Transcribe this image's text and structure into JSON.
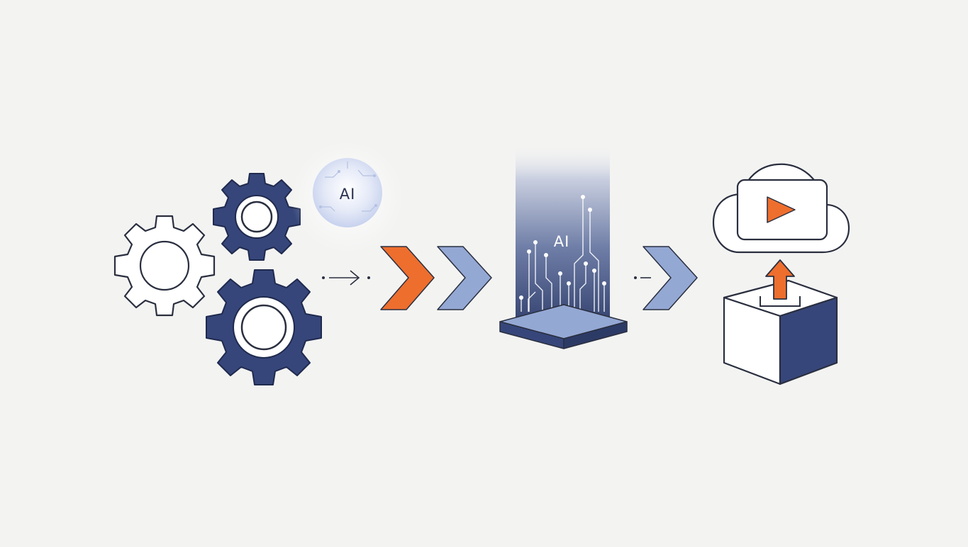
{
  "diagram": {
    "ai_orb_label": "AI",
    "ai_pillar_label": "AI",
    "stages": [
      {
        "id": "automation",
        "icon": "gears-icon"
      },
      {
        "id": "ai-processing",
        "icon": "ai-chip-pillar-icon"
      },
      {
        "id": "delivery",
        "icon": "cloud-upload-box-icon"
      }
    ],
    "colors": {
      "navy": "#36467a",
      "orange": "#ee6e2e",
      "periwinkle": "#94a8d4",
      "outline": "#2a2f3f",
      "background": "#f3f3f2"
    }
  }
}
